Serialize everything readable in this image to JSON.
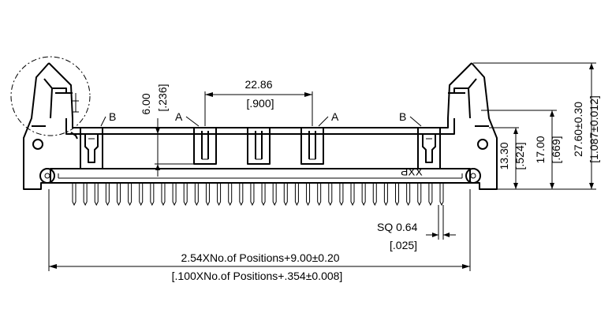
{
  "labels": {
    "detail_b": "B",
    "detail_a": "A",
    "pitch": "22.86",
    "pitch_in": "[.900]",
    "latch_h": "6.00",
    "latch_h_in": "[.236]",
    "h_body": "13.30",
    "h_body_in": "[.524]",
    "h_total": "17.00",
    "h_total_in": "[.669]",
    "h_max": "27.60±0.30",
    "h_max_in": "[1.087±0.012]",
    "pin_sq": "SQ  0.64",
    "pin_sq_in": "[.025]",
    "length_formula": "2.54XNo.of  Positions+9.00±0.20",
    "length_formula_in": "[.100XNo.of  Positions+.354±0.008]",
    "brand_mark": "XXP"
  }
}
